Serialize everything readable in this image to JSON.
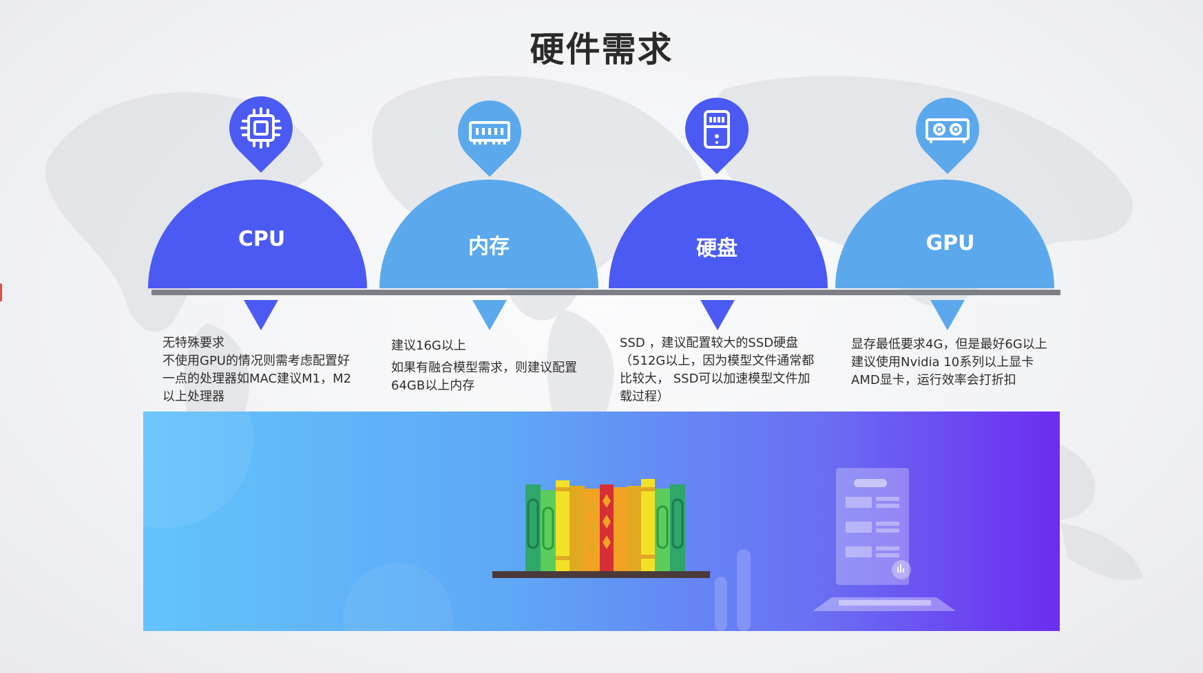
{
  "slide": {
    "title": "硬件需求"
  },
  "items": [
    {
      "label": "CPU",
      "icon": "cpu-chip-icon",
      "color": "#4b5af2",
      "lines": [
        "无特殊要求",
        "不使用GPU的情况则需考虑配置好",
        "一点的处理器如MAC建议M1，M2",
        "以上处理器"
      ]
    },
    {
      "label": "内存",
      "icon": "memory-ram-icon",
      "color": "#5ba9ec",
      "lines": [
        "建议16G以上",
        "如果有融合模型需求，则建议配置",
        "64GB以上内存"
      ]
    },
    {
      "label": "硬盘",
      "icon": "ssd-drive-icon",
      "color": "#4b5af2",
      "lines": [
        "SSD ，建议配置较大的SSD硬盘",
        "（512G以上，因为模型文件通常都",
        "比较大， SSD可以加速模型文件加",
        "载过程）"
      ]
    },
    {
      "label": "GPU",
      "icon": "graphics-card-icon",
      "color": "#5ba9ec",
      "lines": [
        "显存最低要求4G，但是最好6G以上",
        "建议使用Nvidia 10系列以上显卡",
        "AMD显卡，运行效率会打折扣"
      ]
    }
  ]
}
